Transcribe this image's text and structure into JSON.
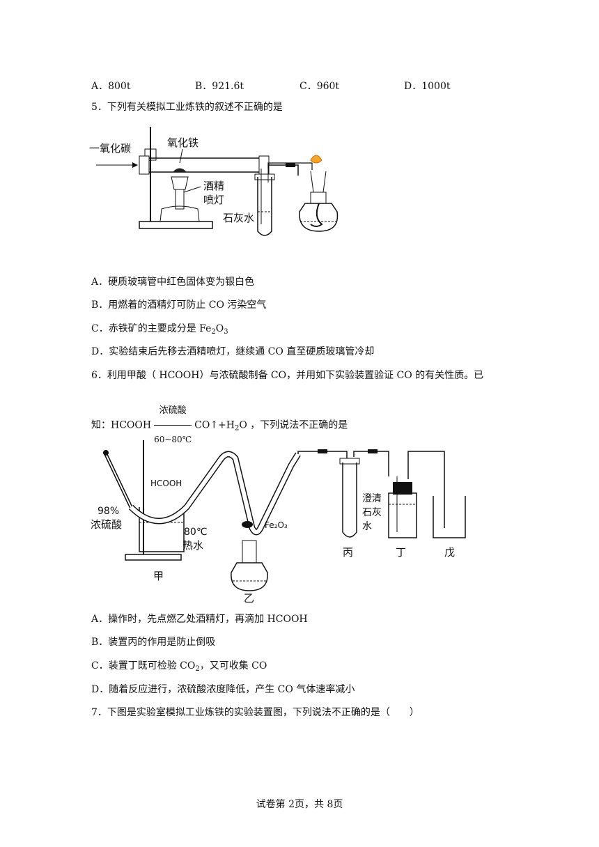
{
  "q4": {
    "options": [
      "A．800t",
      "B．921.6t",
      "C．960t",
      "D．1000t"
    ]
  },
  "q5": {
    "stem": "5．下列有关模拟工业炼铁的叙述不正确的是",
    "labels": {
      "co": "一氧化碳",
      "iron_oxide": "氧化铁",
      "lamp1": "酒精",
      "lamp2": "喷灯",
      "limewater": "石灰水"
    },
    "options": {
      "a": "A．硬质玻璃管中红色固体变为银白色",
      "b": "B．用燃着的酒精灯可防止 CO 污染空气",
      "c_pre": "C．赤铁矿的主要成分是 Fe",
      "c_sub1": "2",
      "c_mid": "O",
      "c_sub2": "3",
      "d": "D．实验结束后先移去酒精喷灯，继续通 CO 直至硬质玻璃管冷却"
    }
  },
  "q6": {
    "stem1": "6．利用甲酸（ HCOOH）与浓硫酸制备 CO，并用如下实验装置验证 CO 的有关性质。已",
    "stem2_pre": "知：HCOOH",
    "cond_top": "浓硫酸",
    "cond_bot": "60~80℃",
    "stem2_prod": "CO↑+H",
    "stem2_sub": "2",
    "stem2_end": "O ，下列说法不正确的是",
    "labels": {
      "hcooh": "HCOOH",
      "pct": "98%",
      "acid": "浓硫酸",
      "temp": "80℃",
      "water": "热水",
      "fe2o3": "Fe₂O₃",
      "lime1": "澄清",
      "lime2": "石灰",
      "lime3": "水",
      "jia": "甲",
      "yi": "乙",
      "bing": "丙",
      "ding": "丁",
      "wu": "戊"
    },
    "options": {
      "a": "A．操作时，先点燃乙处酒精灯，再滴加  HCOOH",
      "b": "B．装置丙的作用是防止倒吸",
      "c_pre": "C．装置丁既可检验 CO",
      "c_sub": "2",
      "c_end": "，又可收集 CO",
      "d": "D．随着反应进行，浓硫酸浓度降低，产生 CO 气体速率减小"
    }
  },
  "q7": {
    "stem": "7．下图是实验室模拟工业炼铁的实验装置图，下列说法不正确的是（　　）"
  },
  "footer": "试卷第 2页，共 8页"
}
